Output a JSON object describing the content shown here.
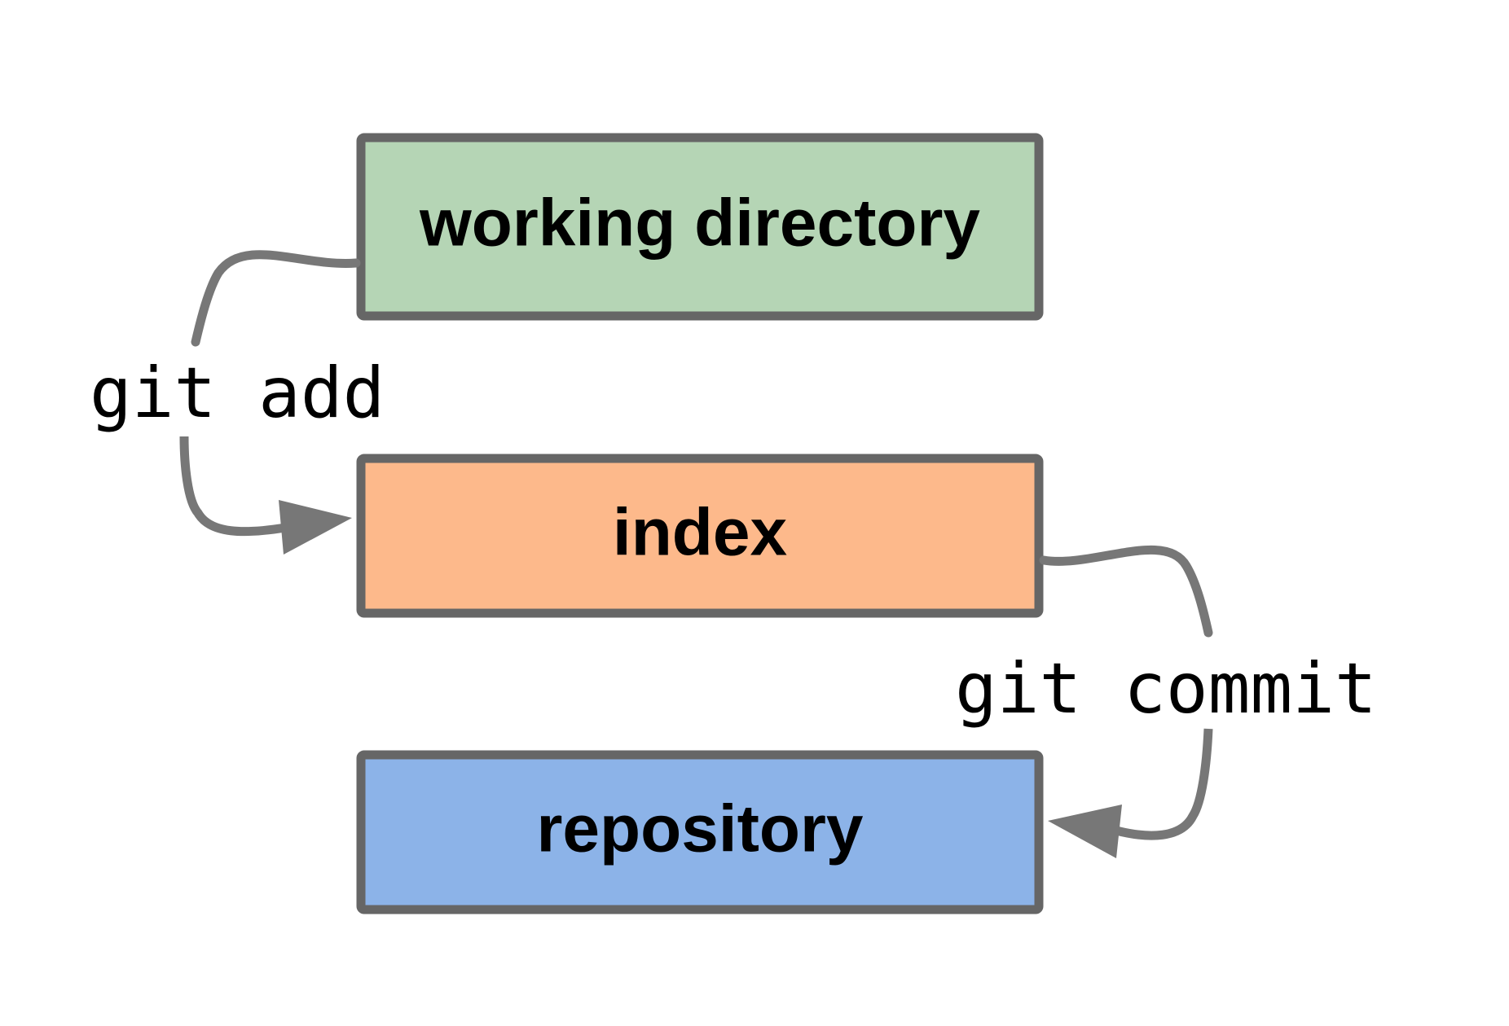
{
  "nodes": {
    "working_directory": {
      "label": "working directory",
      "fill": "#b5d5b5"
    },
    "index": {
      "label": "index",
      "fill": "#fdb98b"
    },
    "repository": {
      "label": "repository",
      "fill": "#8cb3e8"
    }
  },
  "edges": {
    "git_add": {
      "label": "git add",
      "from": "working directory",
      "to": "index"
    },
    "git_commit": {
      "label": "git commit",
      "from": "index",
      "to": "repository"
    }
  },
  "colors": {
    "box_stroke": "#666666",
    "arrow": "#777777",
    "text": "#000000",
    "background": "#ffffff"
  }
}
